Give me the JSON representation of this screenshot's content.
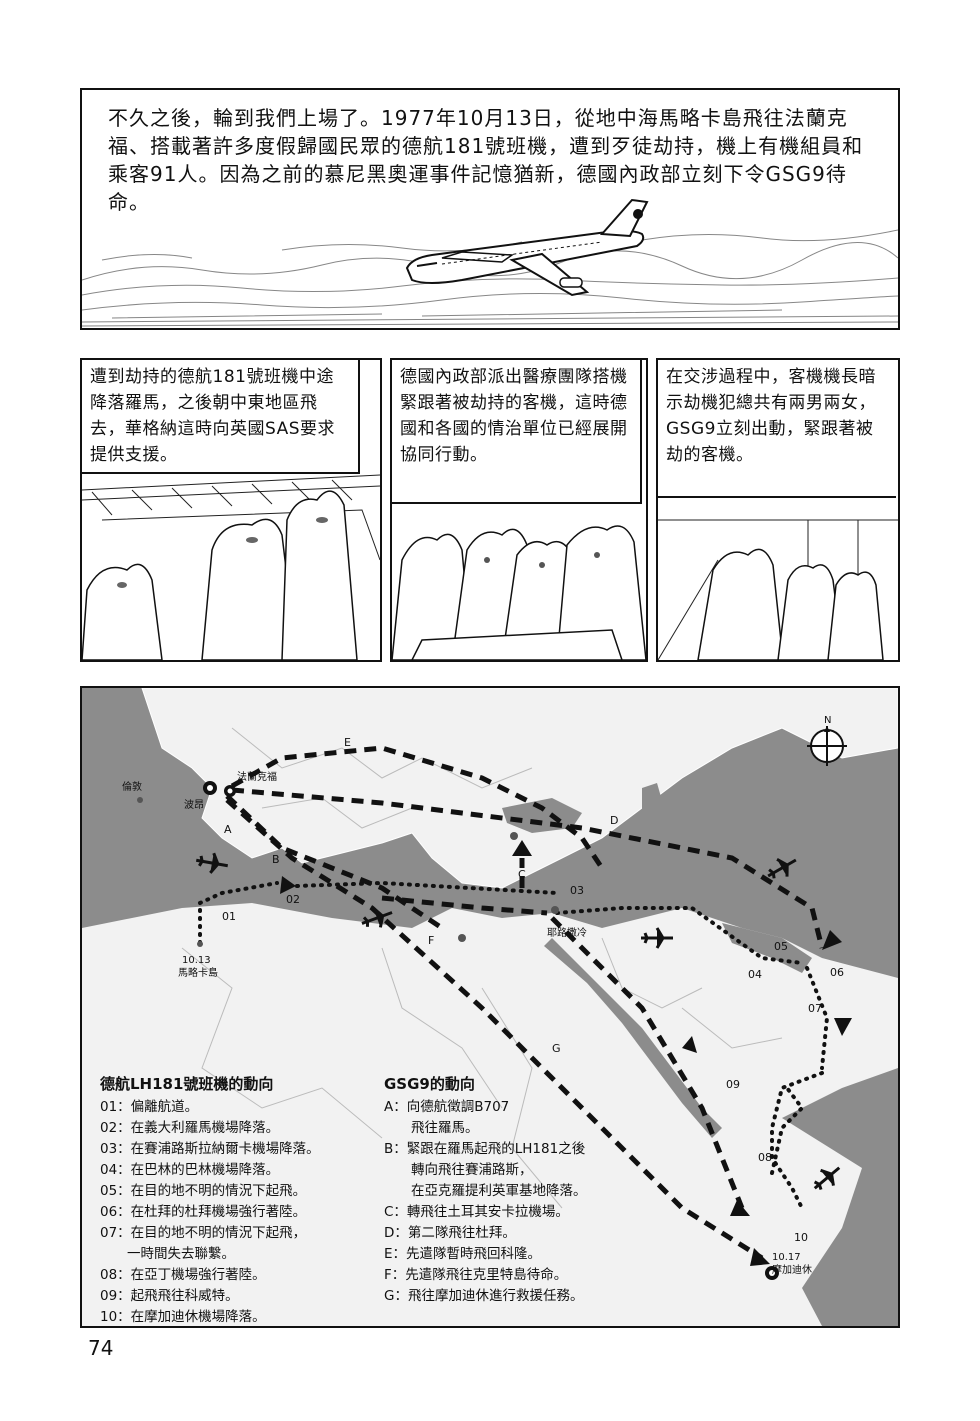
{
  "panel1": {
    "narration": "不久之後，輪到我們上場了。1977年10月13日，從地中海馬略卡島飛往法蘭克福、搭載著許多度假歸國民眾的德航181號班機，遭到歹徒劫持，機上有機組員和乘客91人。因為之前的慕尼黑奧運事件記憶猶新，德國內政部立刻下令GSG9待命。"
  },
  "panel2": {
    "narration": "遭到劫持的德航181號班機中途降落羅馬，之後朝中東地區飛去，華格納這時向英國SAS要求提供支援。"
  },
  "panel3": {
    "narration": "德國內政部派出醫療團隊搭機緊跟著被劫持的客機，這時德國和各國的情治單位已經展開協同行動。"
  },
  "panel4": {
    "narration": "在交涉過程中，客機機長暗示劫機犯總共有兩男兩女，GSG9立刻出動，緊跟著被劫的客機。"
  },
  "map": {
    "compass": "N",
    "places": {
      "london": "倫敦",
      "frankfurt": "法蘭克福",
      "bonn": "波昂",
      "mallorca_date": "10.13",
      "mallorca": "馬略卡島",
      "jerusalem": "耶路撒冷",
      "mogadishu_date": "10.17",
      "mogadishu": "摩加迪休"
    },
    "route_letters": [
      "A",
      "B",
      "C",
      "D",
      "E",
      "F",
      "G"
    ],
    "stop_numbers": [
      "01",
      "02",
      "03",
      "04",
      "05",
      "06",
      "07",
      "08",
      "09",
      "10"
    ]
  },
  "legend_lh181": {
    "title": "德航LH181號班機的動向",
    "items": [
      "01：偏離航道。",
      "02：在義大利羅馬機場降落。",
      "03：在賽浦路斯拉納爾卡機場降落。",
      "04：在巴林的巴林機場降落。",
      "05：在目的地不明的情況下起飛。",
      "06：在杜拜的杜拜機場強行著陸。",
      "07：在目的地不明的情況下起飛，",
      "　　一時間失去聯繫。",
      "08：在亞丁機場強行著陸。",
      "09：起飛飛往科威特。",
      "10：在摩加迪休機場降落。"
    ]
  },
  "legend_gsg9": {
    "title": "GSG9的動向",
    "items": [
      "A：向德航徵調B707",
      "　　飛往羅馬。",
      "B：緊跟在羅馬起飛的LH181之後",
      "　　轉向飛往賽浦路斯，",
      "　　在亞克羅提利英軍基地降落。",
      "C：轉飛往土耳其安卡拉機場。",
      "D：第二隊飛往杜拜。",
      "E：先遣隊暫時飛回科隆。",
      "F：先遣隊飛往克里特島待命。",
      "G：飛往摩加迪休進行救援任務。"
    ]
  },
  "page_number": "74"
}
